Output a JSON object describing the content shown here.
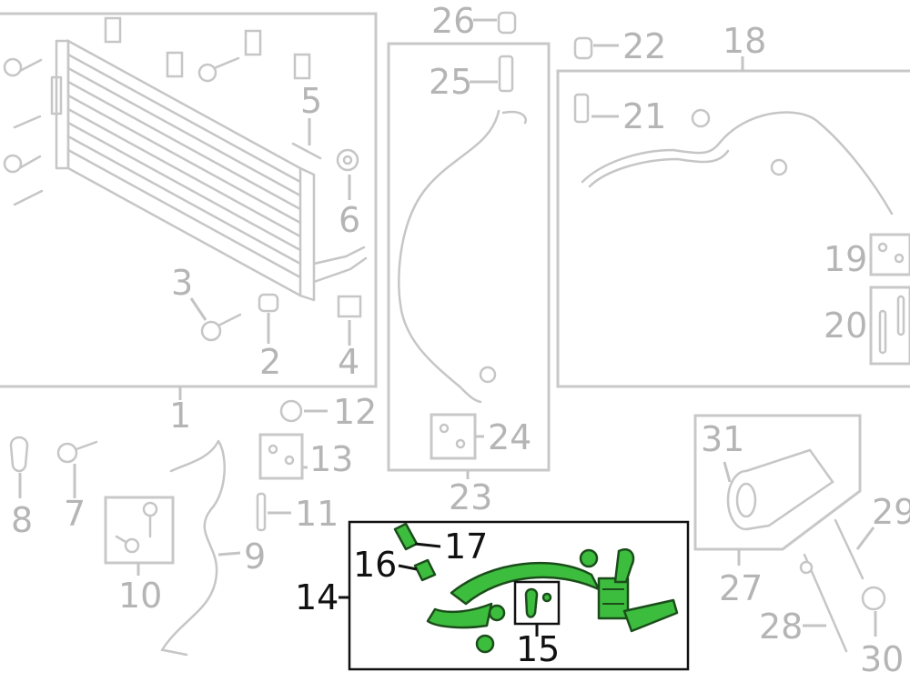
{
  "callouts": {
    "c1": "1",
    "c2": "2",
    "c3": "3",
    "c4": "4",
    "c5": "5",
    "c6": "6",
    "c7": "7",
    "c8": "8",
    "c9": "9",
    "c10": "10",
    "c11": "11",
    "c12": "12",
    "c13": "13",
    "c14": "14",
    "c15": "15",
    "c16": "16",
    "c17": "17",
    "c18": "18",
    "c19": "19",
    "c20": "20",
    "c21": "21",
    "c22": "22",
    "c23": "23",
    "c24": "24",
    "c25": "25",
    "c26": "26",
    "c27": "27",
    "c28": "28",
    "c29": "29",
    "c30": "30",
    "c31": "31"
  },
  "highlight": {
    "part_color": "#3dbd3d",
    "frame_color": "#111111",
    "callouts": [
      "14",
      "15",
      "16",
      "17"
    ]
  },
  "colors": {
    "inactive": "#b5b5b5",
    "active": "#111111"
  }
}
